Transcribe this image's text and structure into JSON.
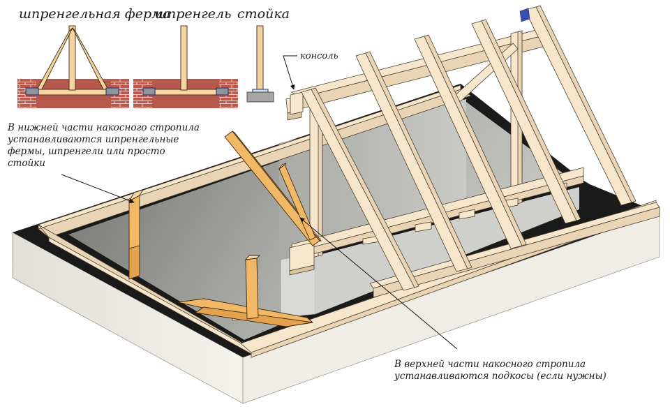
{
  "diagram": {
    "subject": "Hip roof rafter framing (накосное стропило) with support options",
    "colors": {
      "wood_light": "#f6e6cc",
      "wood_support": "#f3b866",
      "brick": "#c0574a",
      "foundation_light": "#ece9e1",
      "waterproofing": "#1a1a1a",
      "wall_gray": "#b9bab5",
      "steel_plate": "#3b4fb0"
    },
    "legend_titles": {
      "truss": "шпренгельная ферма",
      "sprengel": "шпренгель",
      "post": "стойка"
    },
    "callouts": {
      "console": "консоль",
      "lower_note": [
        "В нижней части накосного стропила",
        "устанавливаются шпренгельные",
        "фермы, шпренгели или просто",
        "стойки"
      ],
      "upper_note": [
        "В верхней части накосного стропила",
        "устанавливаются подкосы (если нужны)"
      ]
    }
  }
}
